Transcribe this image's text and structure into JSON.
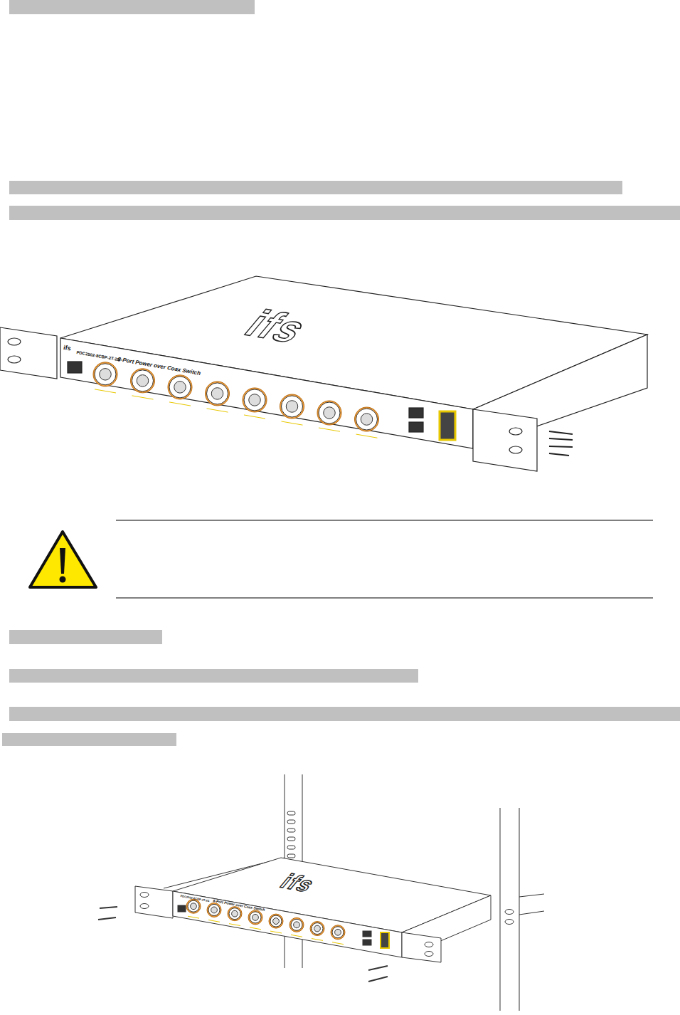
{
  "diagram": {
    "labels": [
      "ifs",
      "PDC2502-8CBP-2T-2S",
      "8-Port Power over Coax Switch",
      "ifs",
      "PDC2502-8CBP-2T-2S",
      "8-Port Power over Coax Switch",
      "ifs"
    ]
  }
}
